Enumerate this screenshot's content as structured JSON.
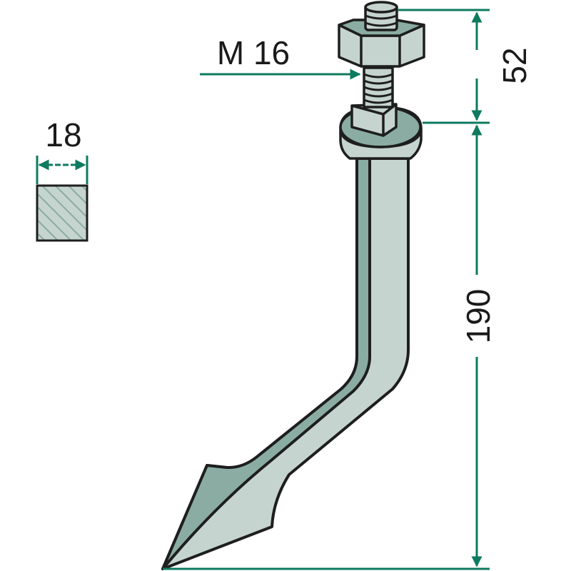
{
  "dimensions": {
    "section_width": "18",
    "thread": "M 16",
    "thread_length": "52",
    "length": "190"
  },
  "colors": {
    "dimension_green": "#0e7a5f",
    "steel_light": "#c6d4d0",
    "steel_dark": "#8aaca3",
    "outline": "#1e1e1e"
  }
}
